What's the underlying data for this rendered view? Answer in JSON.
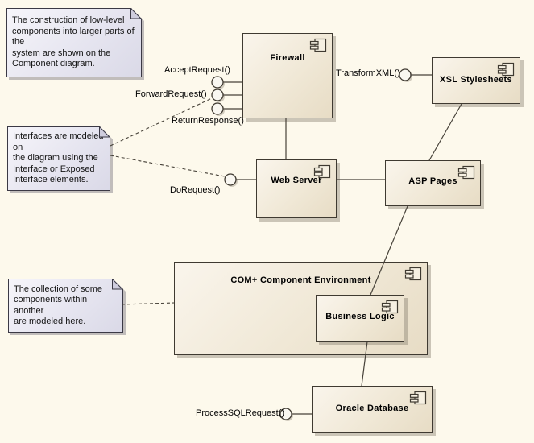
{
  "diagram": {
    "type": "UML Component Diagram",
    "notes": [
      {
        "text": "The construction of low-level\ncomponents into larger parts of the\nsystem are shown on the\nComponent diagram."
      },
      {
        "text": "Interfaces are modeled on\nthe diagram using the\nInterface or Exposed\nInterface elements."
      },
      {
        "text": "The collection of some\ncomponents within another\nare modeled here."
      }
    ],
    "components": [
      {
        "name": "Firewall"
      },
      {
        "name": "XSL Stylesheets"
      },
      {
        "name": "Web Server"
      },
      {
        "name": "ASP Pages"
      },
      {
        "name": "COM+ Component Environment"
      },
      {
        "name": "Business Logic",
        "parent": "COM+ Component Environment"
      },
      {
        "name": "Oracle Database"
      }
    ],
    "interfaces": [
      {
        "label": "AcceptRequest()",
        "provider": "Firewall"
      },
      {
        "label": "ForwardRequest()",
        "provider": "Firewall"
      },
      {
        "label": "ReturnResponse()",
        "provider": "Firewall"
      },
      {
        "label": "TransformXML()",
        "provider": "XSL Stylesheets"
      },
      {
        "label": "DoRequest()",
        "provider": "Web Server"
      },
      {
        "label": "ProcessSQLRequest()",
        "provider": "Oracle Database"
      }
    ],
    "relationships": [
      {
        "from": "Firewall",
        "to": "Web Server",
        "style": "solid"
      },
      {
        "from": "Web Server",
        "to": "ASP Pages",
        "style": "solid"
      },
      {
        "from": "XSL Stylesheets",
        "to": "ASP Pages",
        "style": "solid"
      },
      {
        "from": "ASP Pages",
        "to": "Business Logic",
        "style": "solid"
      },
      {
        "from": "Business Logic",
        "to": "Oracle Database",
        "style": "solid"
      },
      {
        "from": "note[1]",
        "to": "interface ForwardRequest()",
        "style": "dashed"
      },
      {
        "from": "note[1]",
        "to": "interface DoRequest()",
        "style": "dashed"
      },
      {
        "from": "note[2]",
        "to": "COM+ Component Environment",
        "style": "dashed"
      }
    ],
    "colors": {
      "background": "#fdf9ec",
      "component_fill": "#f1e9d8",
      "component_border": "#3f3a31",
      "note_fill": "#e9e8f2",
      "note_border": "#3b3945",
      "connector": "#474239",
      "interface_circle_fill": "#f9f7f1",
      "shadow": "#b3ada0"
    }
  }
}
